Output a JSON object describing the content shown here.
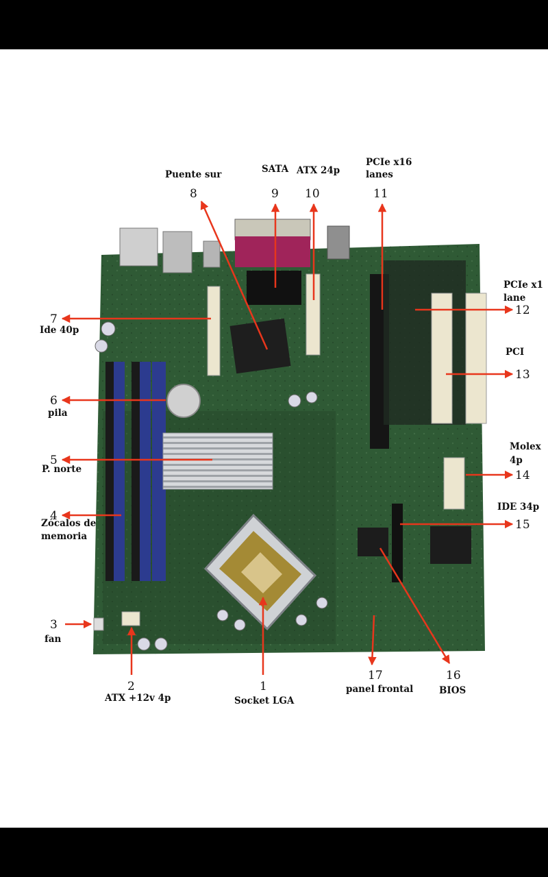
{
  "labels": [
    {
      "n": "1",
      "text": "Socket LGA"
    },
    {
      "n": "2",
      "text": "ATX +12v 4p"
    },
    {
      "n": "3",
      "text": "fan"
    },
    {
      "n": "4",
      "text": [
        "Zócalos de",
        "memoria"
      ]
    },
    {
      "n": "5",
      "text": "P. norte"
    },
    {
      "n": "6",
      "text": "pila"
    },
    {
      "n": "7",
      "text": "Ide 40p"
    },
    {
      "n": "8",
      "text": "Puente sur"
    },
    {
      "n": "9",
      "text": "SATA"
    },
    {
      "n": "10",
      "text": "ATX 24p"
    },
    {
      "n": "11",
      "text": [
        "PCIe x16",
        "lanes"
      ]
    },
    {
      "n": "12",
      "text": [
        "PCIe x1",
        "lane"
      ]
    },
    {
      "n": "13",
      "text": "PCI"
    },
    {
      "n": "14",
      "text": [
        "Molex",
        "4p"
      ]
    },
    {
      "n": "15",
      "text": "IDE 34p"
    },
    {
      "n": "16",
      "text": "BIOS"
    },
    {
      "n": "17",
      "text": "panel frontal"
    }
  ],
  "colors": {
    "arrow": "#e8361c",
    "pcb": "#2f5a35",
    "pcb_dark": "#213f26",
    "ram_slot": "#2c3b8f",
    "ivory": "#ece6cf",
    "heatsink": "#c7c9cc",
    "black_slot": "#151515"
  },
  "icons": [
    "red-arrow-icon"
  ]
}
